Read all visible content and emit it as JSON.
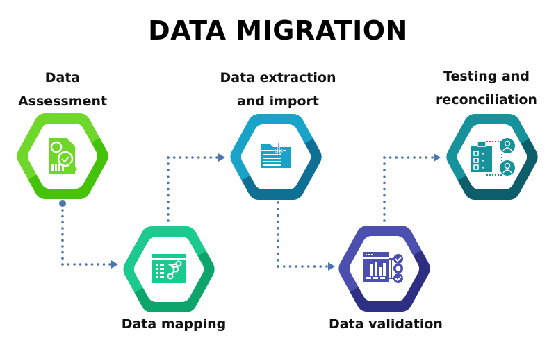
{
  "title": "DATA MIGRATION",
  "steps": [
    {
      "label_lines": [
        "Data",
        "Assessment"
      ],
      "icon": "document-gear-magnifier-icon",
      "color": "#6fd62a",
      "shade": "#45c20a"
    },
    {
      "label_lines": [
        "Data mapping"
      ],
      "icon": "mapping-window-icon",
      "color": "#1cc98f",
      "shade": "#0da56c"
    },
    {
      "label_lines": [
        "Data extraction",
        "and import"
      ],
      "icon": "folder-download-icon",
      "color": "#1aa3c8",
      "shade": "#0f6f94"
    },
    {
      "label_lines": [
        "Data validation"
      ],
      "icon": "chart-checklist-icon",
      "color": "#4b4fae",
      "shade": "#2d2f82"
    },
    {
      "label_lines": [
        "Testing and",
        "reconciliation"
      ],
      "icon": "checklist-users-icon",
      "color": "#16929a",
      "shade": "#0c5e6a"
    }
  ],
  "connector_color": "#4a76b0"
}
